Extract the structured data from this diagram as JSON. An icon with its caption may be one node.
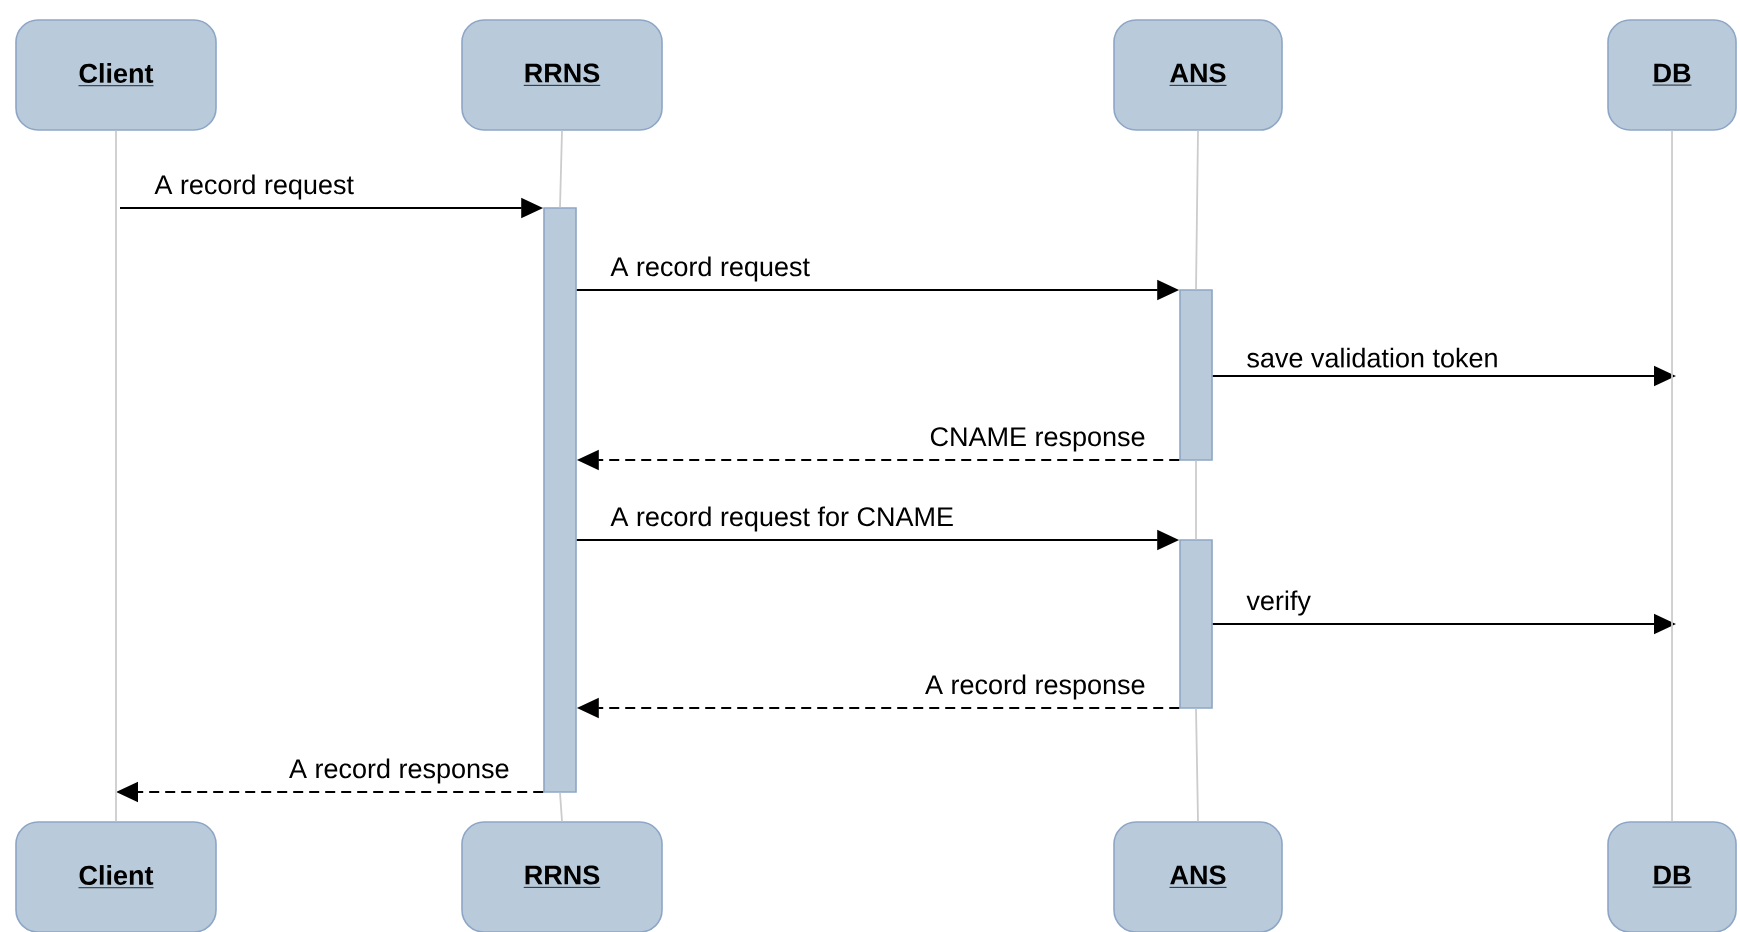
{
  "diagram": {
    "nodes": [
      {
        "text": [
          "Client"
        ]
      },
      {
        "text": [
          "RRNS"
        ]
      },
      {
        "text": [
          "ANS"
        ]
      },
      {
        "text": [
          "DB"
        ]
      },
      {
        "text": [],
        "shape": "bar"
      },
      {
        "text": [],
        "shape": "bar"
      },
      {
        "text": [],
        "shape": "bar"
      },
      {
        "text": [
          "Client"
        ]
      },
      {
        "text": [
          "RRNS"
        ]
      },
      {
        "text": [
          "ANS"
        ]
      },
      {
        "text": [
          "DB"
        ]
      }
    ],
    "edges": [
      {
        "from": null,
        "to": 4,
        "arrow": "to",
        "label": "A record request"
      },
      {
        "from": 4,
        "to": 5,
        "arrow": "to",
        "label": "A record request"
      },
      {
        "from": 5,
        "to": null,
        "arrow": "to",
        "label": "save validation token"
      },
      {
        "from": 5,
        "to": 4,
        "arrow": "to",
        "label": "CNAME response",
        "style": "dashed"
      },
      {
        "from": 4,
        "to": 6,
        "arrow": "to",
        "label": "A record request for CNAME"
      },
      {
        "from": 6,
        "to": null,
        "arrow": "to",
        "label": "verify"
      },
      {
        "from": 6,
        "to": 4,
        "arrow": "to",
        "label": "A record response",
        "style": "dashed"
      },
      {
        "from": 4,
        "to": 7,
        "arrow": "to",
        "label": "A record response",
        "style": "dashed"
      },
      {
        "from": 0,
        "to": 7,
        "arrow": "none",
        "color": "#cccccc"
      },
      {
        "from": 1,
        "to": 4,
        "arrow": "none",
        "color": "#cccccc"
      },
      {
        "from": 4,
        "to": 8,
        "arrow": "none",
        "color": "#cccccc"
      },
      {
        "from": 2,
        "to": 5,
        "arrow": "none",
        "color": "#cccccc"
      },
      {
        "from": 5,
        "to": 6,
        "arrow": "none",
        "color": "#cccccc"
      },
      {
        "from": 6,
        "to": 9,
        "arrow": "none",
        "color": "#cccccc"
      },
      {
        "from": 3,
        "to": 10,
        "arrow": "none",
        "color": "#cccccc"
      }
    ]
  }
}
